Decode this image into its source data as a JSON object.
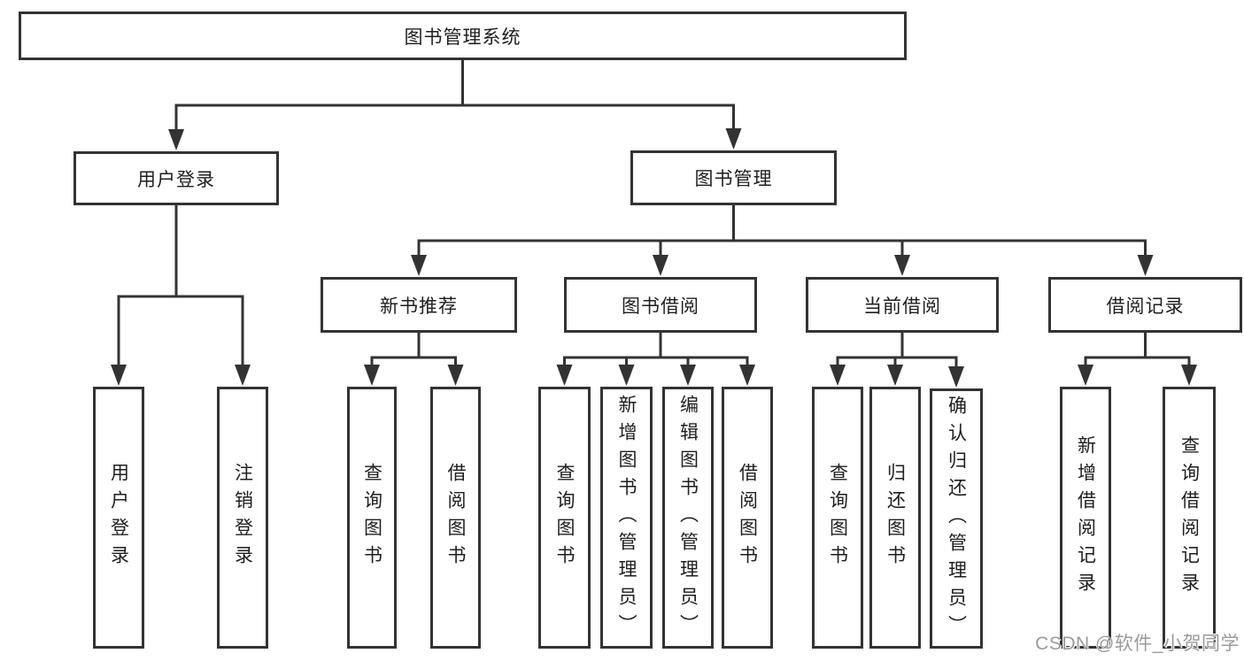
{
  "tree": {
    "label": "图书管理系统",
    "children": [
      {
        "label": "用户登录",
        "children": [
          {
            "label": "用户登录"
          },
          {
            "label": "注销登录"
          }
        ]
      },
      {
        "label": "图书管理",
        "children": [
          {
            "label": "新书推荐",
            "children": [
              {
                "label": "查询图书"
              },
              {
                "label": "借阅图书"
              }
            ]
          },
          {
            "label": "图书借阅",
            "children": [
              {
                "label": "查询图书"
              },
              {
                "label": "新增图书（管理员）"
              },
              {
                "label": "编辑图书（管理员）"
              },
              {
                "label": "借阅图书"
              }
            ]
          },
          {
            "label": "当前借阅",
            "children": [
              {
                "label": "查询图书"
              },
              {
                "label": "归还图书"
              },
              {
                "label": "确认归还（管理员）"
              }
            ]
          },
          {
            "label": "借阅记录",
            "children": [
              {
                "label": "新增借阅记录"
              },
              {
                "label": "查询借阅记录"
              }
            ]
          }
        ]
      }
    ]
  },
  "watermark": "CSDN @软件_小贺同学",
  "colors": {
    "line": "#333333",
    "box_fill": "#ffffff",
    "text": "#1e1e1e",
    "watermark": "#9b9b9b",
    "background": "#ffffff"
  }
}
